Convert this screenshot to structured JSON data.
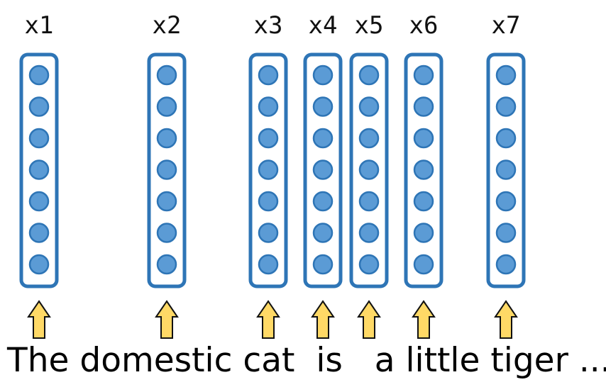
{
  "vectors": [
    {
      "label": "x1"
    },
    {
      "label": "x2"
    },
    {
      "label": "x3"
    },
    {
      "label": "x4"
    },
    {
      "label": "x5"
    },
    {
      "label": "x6"
    },
    {
      "label": "x7"
    }
  ],
  "units_per_vector": 7,
  "sentence": "The domestic cat  is   a little tiger ....",
  "colors": {
    "box_stroke": "#2E75B6",
    "unit_fill": "#5B9BD5",
    "arrow_fill": "#FFD966"
  },
  "icons": {
    "input_arrow": "up-arrow-icon"
  }
}
